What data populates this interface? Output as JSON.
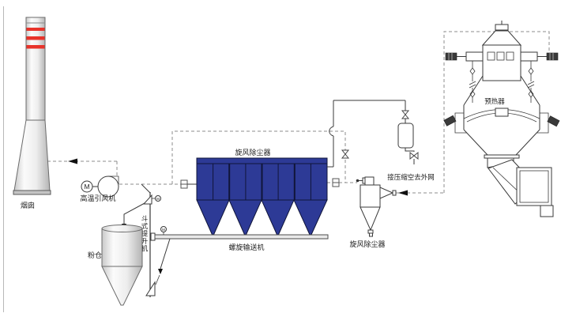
{
  "diagram_labels": {
    "chimney": "烟囱",
    "fan": "高温引风机",
    "silo": "粉仓",
    "bucket_elevator": "斗式提升机",
    "bag_filter": "旋风除尘器",
    "screw_conveyor": "螺旋输送机",
    "cyclone": "旋风除尘器",
    "compressed_air": "接压缩空去外网",
    "preheater": "预热器"
  },
  "symbols": {
    "motor": "M"
  },
  "colors": {
    "collector_blue": "#2d3a96",
    "chimney_stripe_red": "#e8332a",
    "solid_line": "#3a3a3a",
    "dashed_line": "#8c8c8c"
  }
}
